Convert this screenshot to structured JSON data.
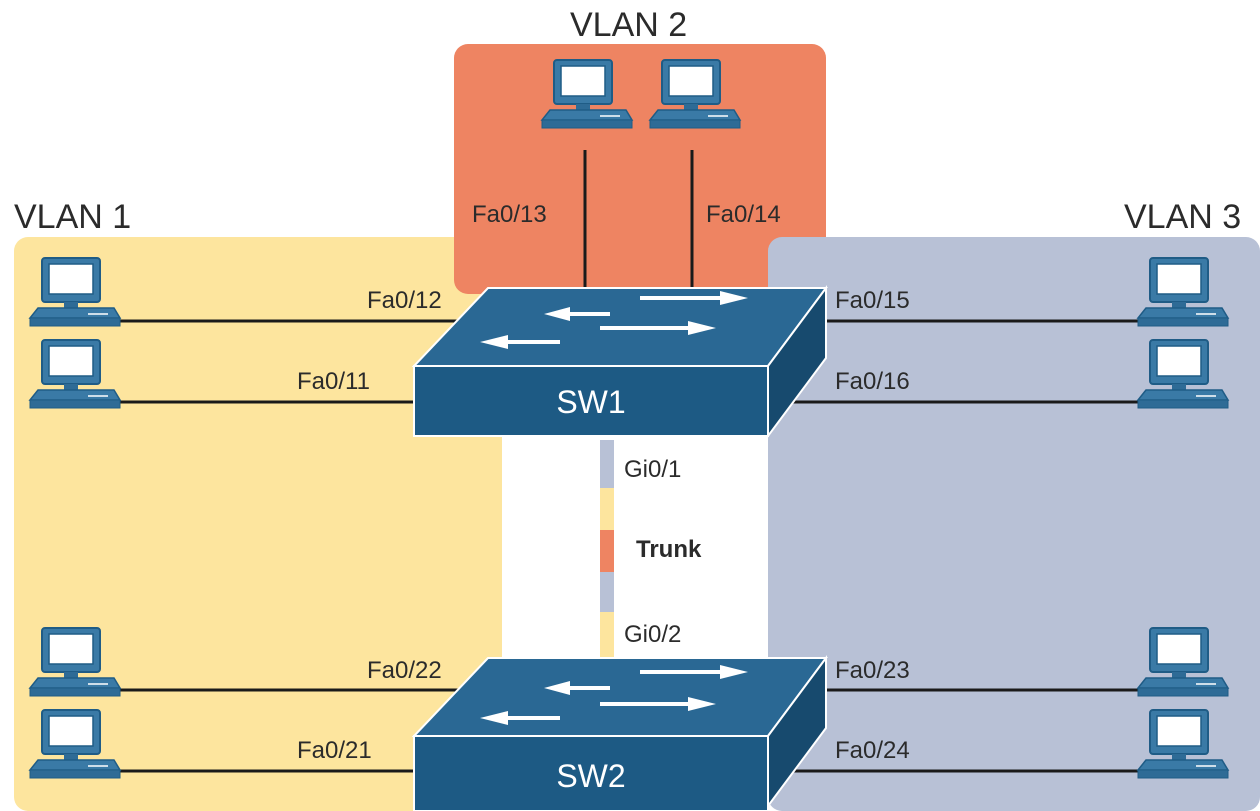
{
  "vlans": {
    "vlan1": {
      "title": "VLAN 1",
      "color": "#fde59e"
    },
    "vlan2": {
      "title": "VLAN 2",
      "color": "#ee8462"
    },
    "vlan3": {
      "title": "VLAN 3",
      "color": "#b8c1d6"
    }
  },
  "switches": {
    "sw1": {
      "name": "SW1"
    },
    "sw2": {
      "name": "SW2"
    }
  },
  "ports": {
    "fa0_11": "Fa0/11",
    "fa0_12": "Fa0/12",
    "fa0_13": "Fa0/13",
    "fa0_14": "Fa0/14",
    "fa0_15": "Fa0/15",
    "fa0_16": "Fa0/16",
    "fa0_21": "Fa0/21",
    "fa0_22": "Fa0/22",
    "fa0_23": "Fa0/23",
    "fa0_24": "Fa0/24",
    "gi0_1": "Gi0/1",
    "gi0_2": "Gi0/2"
  },
  "trunk": {
    "label": "Trunk"
  },
  "colors": {
    "switch_top": "#2a6894",
    "switch_front": "#1d5a84",
    "switch_side": "#174a6e",
    "link": "#1a1a1a",
    "pc_outline": "#2e6b96",
    "pc_fill": "#3a7aa6"
  },
  "icons": {
    "switch": "network-switch-icon",
    "pc": "desktop-computer-icon"
  }
}
